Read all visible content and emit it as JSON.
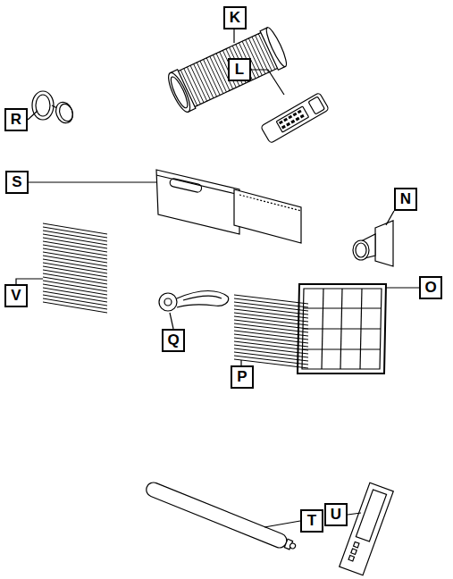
{
  "diagram": {
    "labels": [
      "K",
      "L",
      "R",
      "S",
      "N",
      "V",
      "Q",
      "O",
      "P",
      "T",
      "U"
    ]
  }
}
